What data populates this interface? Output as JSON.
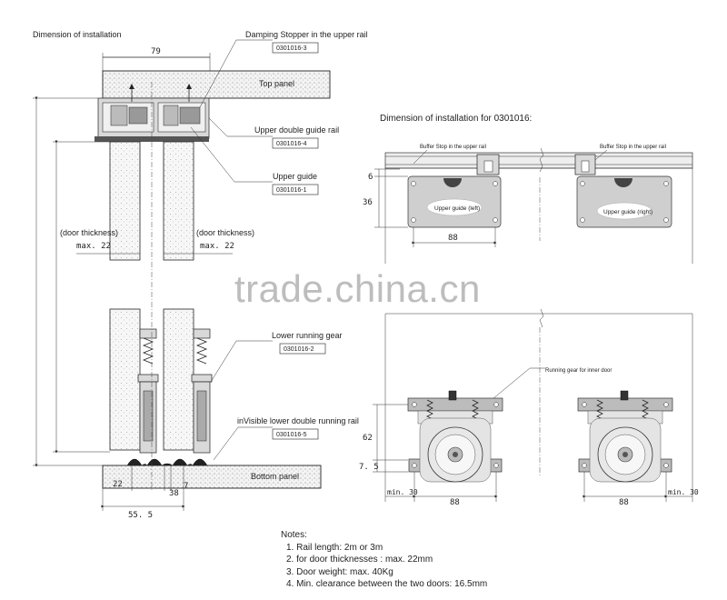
{
  "left_diagram": {
    "title": "Dimension of installation",
    "labels": {
      "damping_stopper": "Damping Stopper in the upper rail",
      "damping_stopper_code": "0301016-3",
      "top_panel": "Top panel",
      "upper_double_guide_rail": "Upper double guide rail",
      "upper_double_guide_rail_code": "0301016-4",
      "upper_guide": "Upper guide",
      "upper_guide_code": "0301016-1",
      "door_thickness_left": "(door thickness)",
      "door_thickness_right": "(door thickness)",
      "lower_running_gear": "Lower running gear",
      "lower_running_gear_code": "0301016-2",
      "lower_double_running_rail": "inVisible lower double running rail",
      "lower_double_running_rail_code": "0301016-5",
      "bottom_panel": "Bottom panel"
    },
    "dimensions": {
      "width_79": "79",
      "max_22_left": "max. 22",
      "max_22_right": "max. 22",
      "dim_22": "22",
      "dim_38": "38",
      "dim_7": "7",
      "dim_55_5": "55. 5"
    }
  },
  "right_top": {
    "title": "Dimension of installation for 0301016:",
    "buffer_left": "Buffer Stop in the upper rail",
    "buffer_right": "Buffer Stop in the upper rail",
    "guide_left": "Upper guide (left)",
    "guide_right": "Upper guide (right)",
    "dim_6": "6",
    "dim_36": "36",
    "dim_88": "88"
  },
  "right_bottom": {
    "running_gear_label": "Running gear for inner door",
    "dim_62": "62",
    "dim_7_5": "7. 5",
    "min30_left": "min. 30",
    "dim_88_left": "88",
    "dim_88_right": "88",
    "min30_right": "min. 30"
  },
  "watermark": "trade.china.cn",
  "notes": {
    "heading": "Notes:",
    "items": [
      "1. Rail length:  2m or 3m",
      "2. for door thicknesses : max.  22mm",
      "3. Door weight: max. 40Kg",
      "4. Min. clearance between the two doors:   16.5mm"
    ]
  }
}
